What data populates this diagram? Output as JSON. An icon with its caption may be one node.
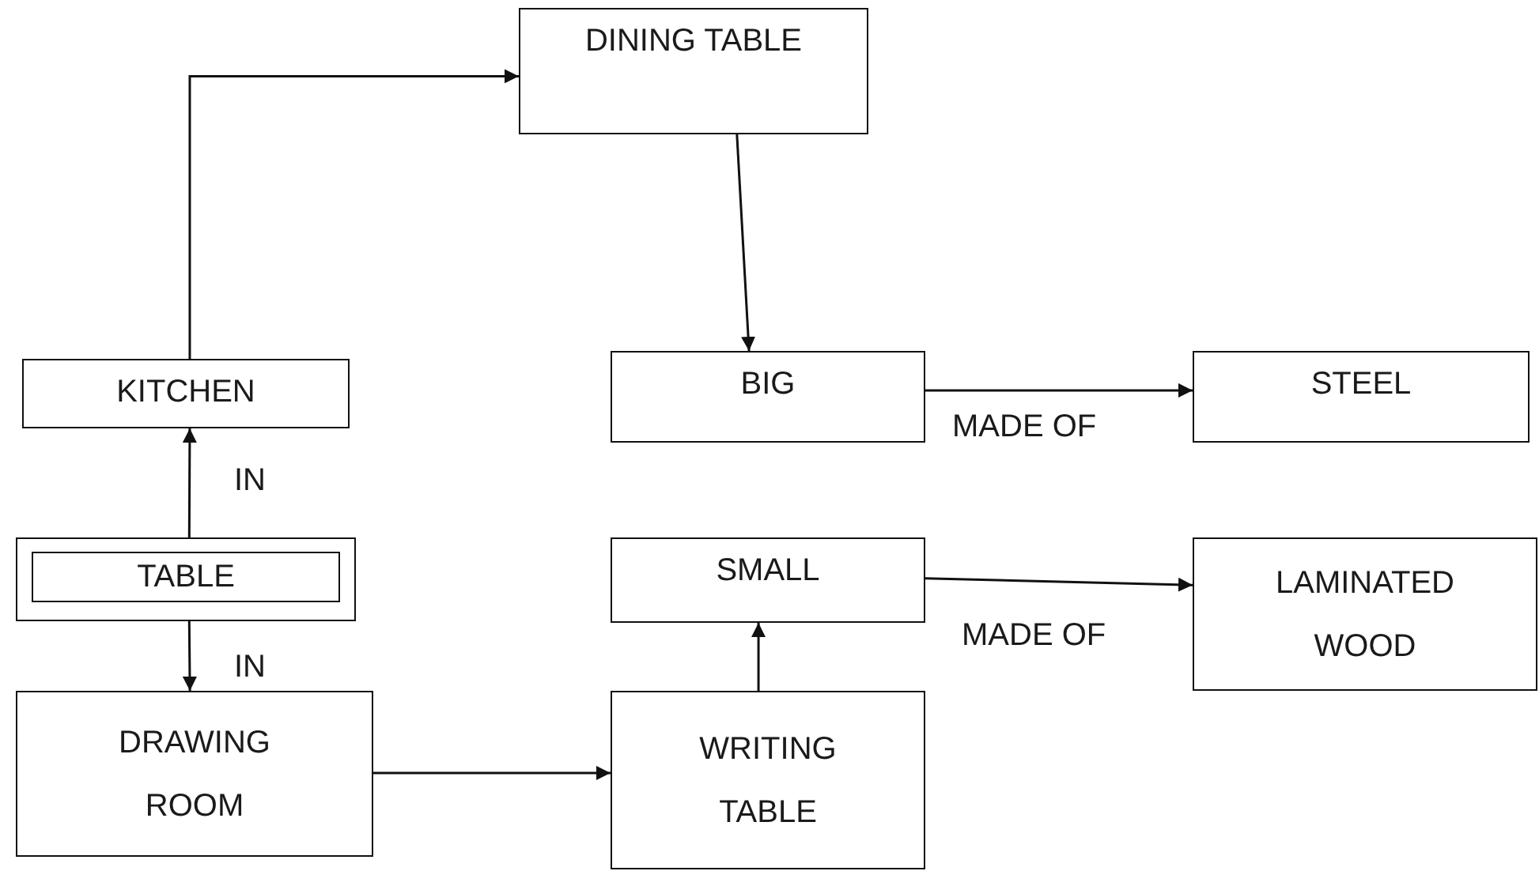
{
  "diagram": {
    "nodes": [
      {
        "text": [
          "DINING TABLE"
        ]
      },
      {
        "text": [
          "KITCHEN"
        ]
      },
      {
        "text": [
          "BIG"
        ]
      },
      {
        "text": [
          "STEEL"
        ]
      },
      {
        "text": [
          "TABLE"
        ]
      },
      {
        "text": [
          "SMALL"
        ]
      },
      {
        "text": [
          "LAMINATED WOOD"
        ]
      },
      {
        "text": [
          "DRAWING ROOM"
        ]
      },
      {
        "text": [
          "WRITING TABLE"
        ]
      }
    ],
    "edges": [
      {
        "from": 1,
        "to": 0,
        "arrow": "to"
      },
      {
        "from": 0,
        "to": 2,
        "arrow": "to"
      },
      {
        "from": 2,
        "to": 3,
        "arrow": "to",
        "label": "MADE OF"
      },
      {
        "from": 4,
        "to": 1,
        "arrow": "to",
        "label": "IN"
      },
      {
        "from": 4,
        "to": 7,
        "arrow": "to",
        "label": "IN"
      },
      {
        "from": 7,
        "to": 8,
        "arrow": "to"
      },
      {
        "from": 8,
        "to": 5,
        "arrow": "to"
      },
      {
        "from": 5,
        "to": 6,
        "arrow": "to",
        "label": "MADE OF"
      }
    ]
  }
}
